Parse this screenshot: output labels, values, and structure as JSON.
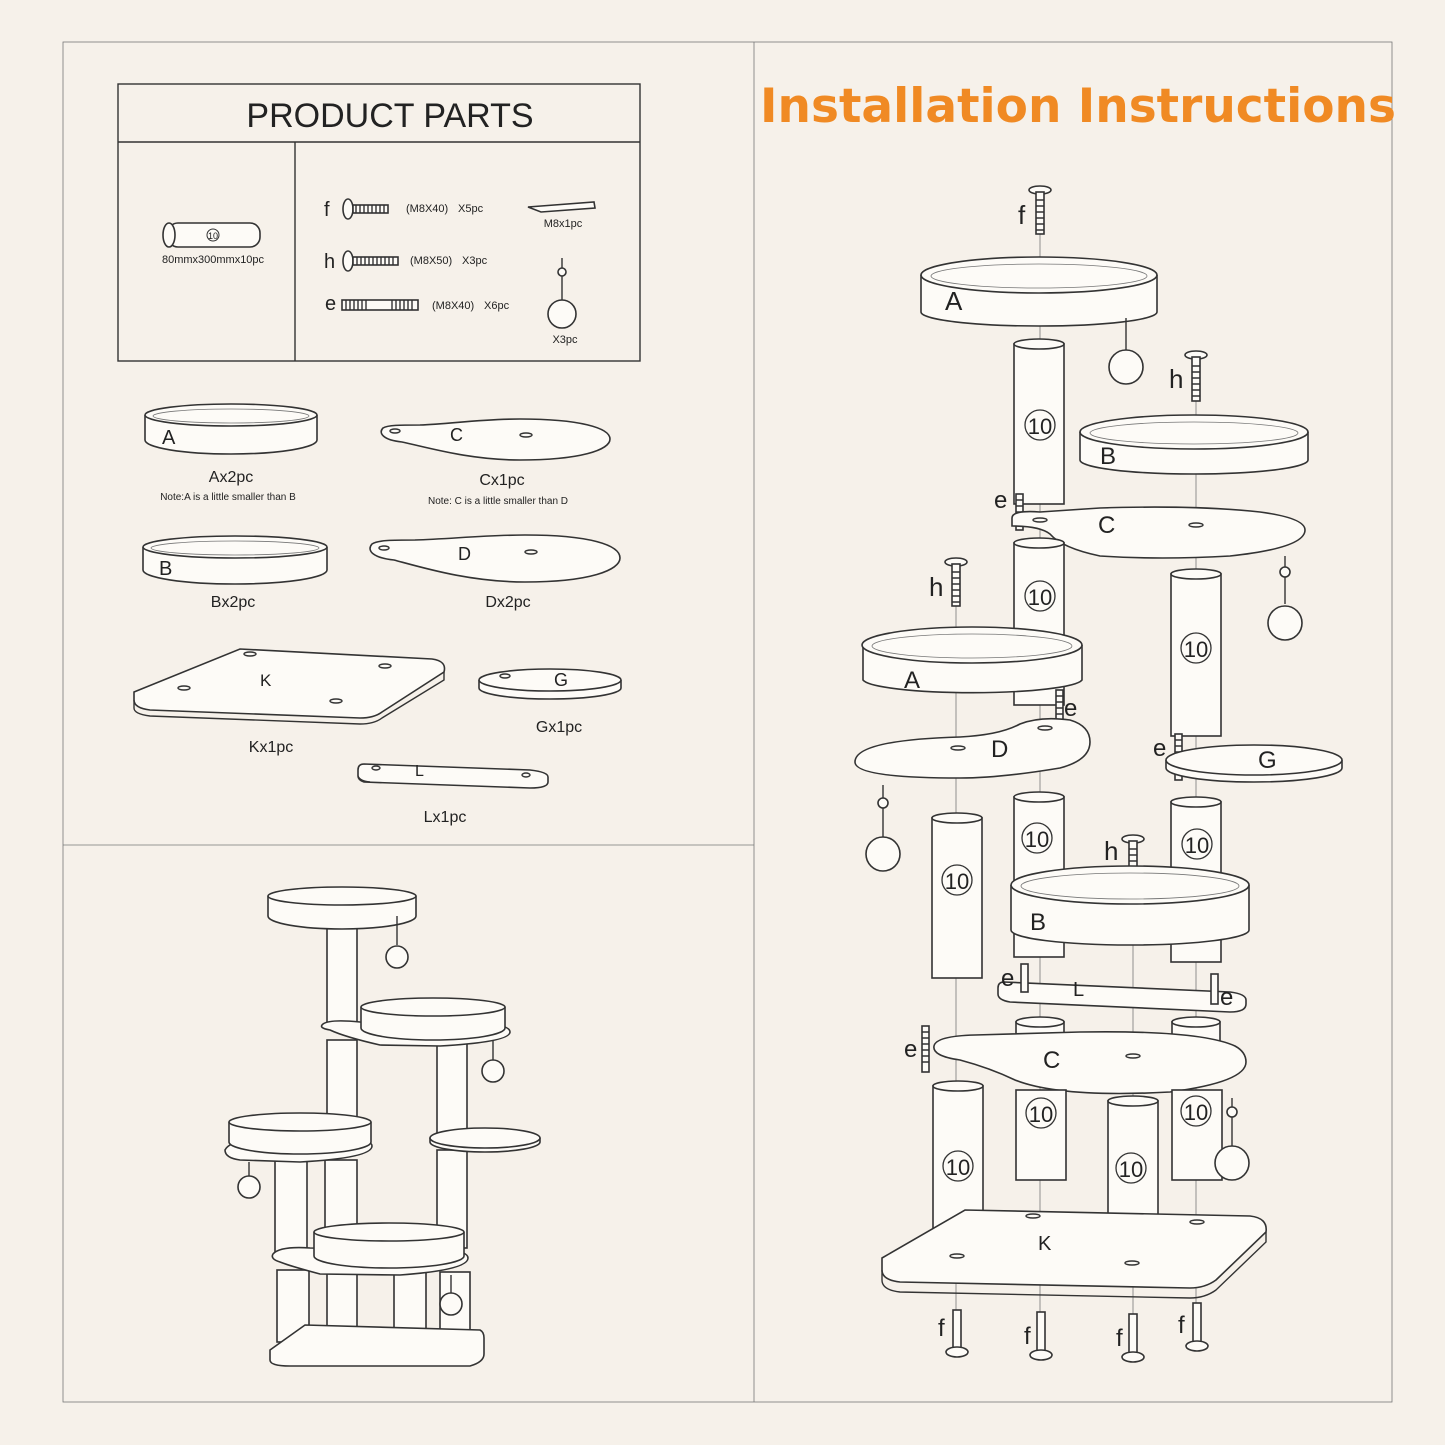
{
  "parts_header": "PRODUCT PARTS",
  "install_title": "Installation Instructions",
  "post": {
    "number": "10",
    "spec": "80mmx300mmx10pc"
  },
  "hardware": {
    "f": {
      "letter": "f",
      "spec": "(M8X40)",
      "qty": "X5pc"
    },
    "h": {
      "letter": "h",
      "spec": "(M8X50)",
      "qty": "X3pc"
    },
    "e": {
      "letter": "e",
      "spec": "(M8X40)",
      "qty": "X6pc"
    },
    "wrench": "M8x1pc",
    "ball": "X3pc"
  },
  "parts": {
    "A": {
      "letter": "A",
      "qty": "Ax2pc",
      "note": "Note:A is a little smaller than B"
    },
    "B": {
      "letter": "B",
      "qty": "Bx2pc"
    },
    "C": {
      "letter": "C",
      "qty": "Cx1pc",
      "note": "Note: C is a little smaller than D"
    },
    "D": {
      "letter": "D",
      "qty": "Dx2pc"
    },
    "K": {
      "letter": "K",
      "qty": "Kx1pc"
    },
    "G": {
      "letter": "G",
      "qty": "Gx1pc"
    },
    "L": {
      "letter": "L",
      "qty": "Lx1pc"
    }
  },
  "colors": {
    "accent": "#f08a24",
    "background": "#f6f1ea",
    "line": "#333333"
  }
}
